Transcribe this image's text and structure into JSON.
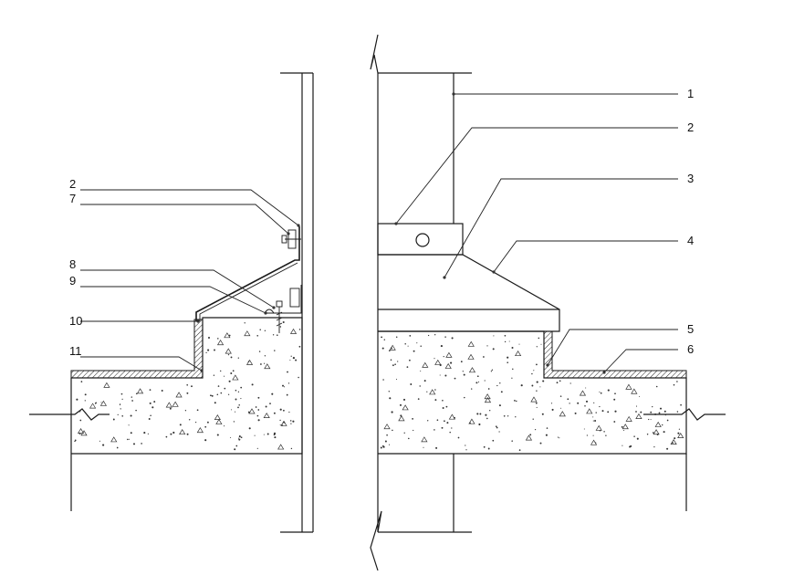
{
  "callouts_left": [
    {
      "id": "left-2",
      "label": "2"
    },
    {
      "id": "left-7",
      "label": "7"
    },
    {
      "id": "left-8",
      "label": "8"
    },
    {
      "id": "left-9",
      "label": "9"
    },
    {
      "id": "left-10",
      "label": "10"
    },
    {
      "id": "left-11",
      "label": "11"
    }
  ],
  "callouts_right": [
    {
      "id": "right-1",
      "label": "1"
    },
    {
      "id": "right-2",
      "label": "2"
    },
    {
      "id": "right-3",
      "label": "3"
    },
    {
      "id": "right-4",
      "label": "4"
    },
    {
      "id": "right-5",
      "label": "5"
    },
    {
      "id": "right-6",
      "label": "6"
    }
  ],
  "colors": {
    "line": "#1a1a1a",
    "background": "#ffffff"
  }
}
